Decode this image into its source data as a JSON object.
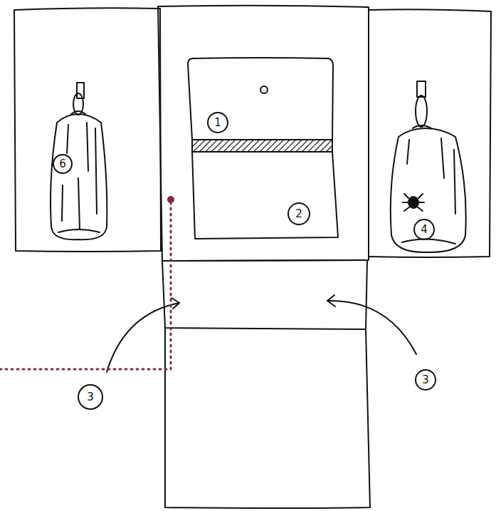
{
  "diagram": {
    "labels": [
      "1",
      "6",
      "2",
      "4",
      "3",
      "3"
    ]
  }
}
